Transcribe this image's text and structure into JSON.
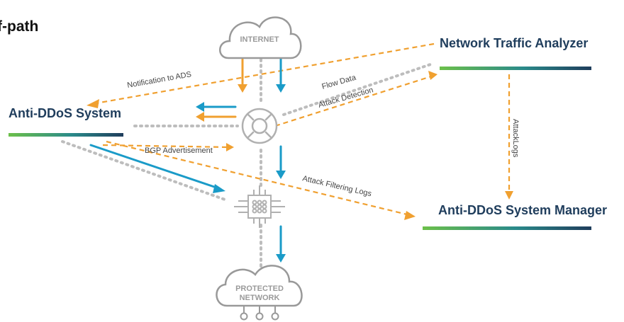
{
  "heading": "f-path",
  "nodes": {
    "internet": "INTERNET",
    "protected_line1": "PROTECTED",
    "protected_line2": "NETWORK",
    "anti_ddos_system": "Anti-DDoS System",
    "network_traffic_analyzer": "Network Traffic Analyzer",
    "anti_ddos_manager": "Anti-DDoS System Manager"
  },
  "edges": {
    "notification": "Notification to ADS",
    "flow_data": "Flow Data",
    "attack_detection": "Attack Detection",
    "bgp": "BGP Advertisement",
    "attack_logs": "AttackLogs",
    "filtering_logs": "Attack Filtering Logs"
  },
  "colors": {
    "orange": "#f0a030",
    "blue": "#1a9bc8",
    "gray": "#b8b8b8",
    "navy": "#1f3d5c",
    "green": "#5cb85c"
  }
}
